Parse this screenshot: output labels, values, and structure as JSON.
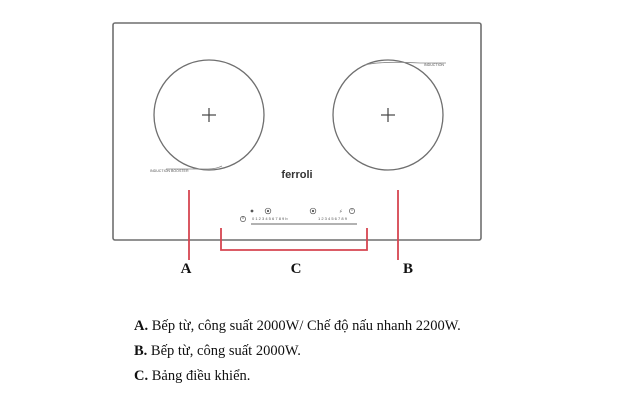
{
  "brand": "ferroli",
  "burner_left_label": "INDUCTION BOOSTER",
  "burner_right_label": "INDUCTION",
  "control_panel": {
    "power_scale": "0 1 2 3 4 5 6 7 8 9 b",
    "level_scale": "1 2 3 4 5 6 7 8 9"
  },
  "callouts": {
    "a": "A",
    "b": "B",
    "c": "C"
  },
  "legend": [
    {
      "key": "A.",
      "text": " Bếp từ, công suất 2000W/ Chế độ nấu nhanh 2200W."
    },
    {
      "key": "B.",
      "text": " Bếp từ, công suất 2000W."
    },
    {
      "key": "C.",
      "text": " Bảng điều khiển."
    }
  ],
  "colors": {
    "outline": "#707070",
    "callout_line": "#d64550",
    "text": "#111111"
  }
}
